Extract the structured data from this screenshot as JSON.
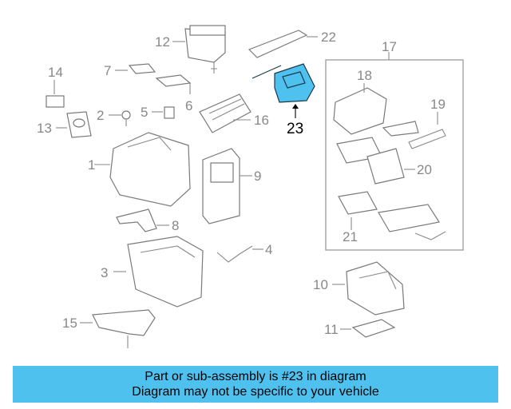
{
  "highlight_color": "#4fc1ef",
  "callouts": [
    "1",
    "2",
    "3",
    "4",
    "5",
    "6",
    "7",
    "8",
    "9",
    "10",
    "11",
    "12",
    "13",
    "14",
    "15",
    "16",
    "17",
    "18",
    "19",
    "20",
    "21",
    "22",
    "23"
  ],
  "highlighted_callout": "23",
  "banner": {
    "line1": "Part or sub-assembly is #23 in diagram",
    "line2": "Diagram may not be specific to your vehicle"
  }
}
